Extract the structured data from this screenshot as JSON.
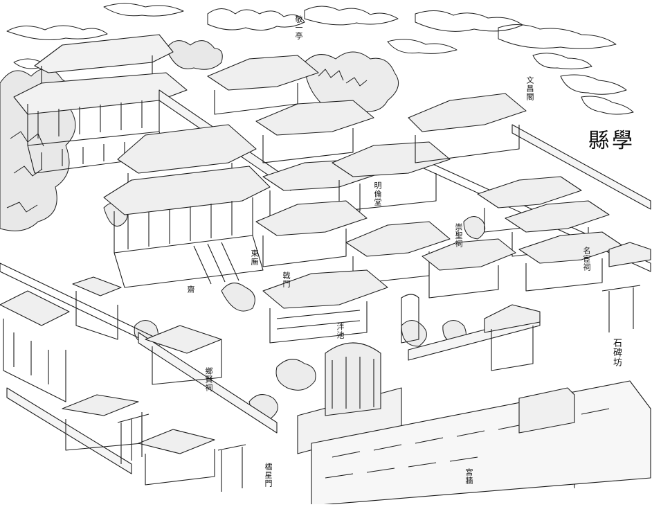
{
  "title": "縣學",
  "labels": {
    "top_center": "敬一亭",
    "top_right": "文昌閣",
    "pavilion_mid": "明倫堂",
    "gate_left": "戟門",
    "gate_center": "泮池",
    "right_hall": "崇聖祠",
    "right_side": "名宦祠",
    "stone_arch": "石碑坊",
    "bottom_left": "鄉賢祠",
    "bottom_center": "櫺星門",
    "bottom_right": "宮牆",
    "small_left": "齋",
    "small_mid": "東廡"
  }
}
